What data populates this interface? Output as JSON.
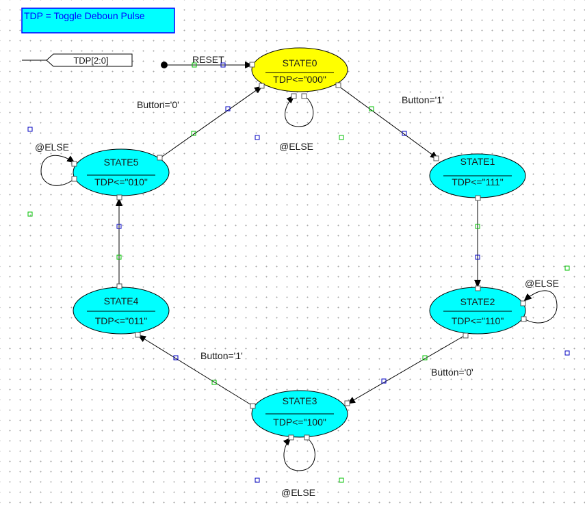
{
  "note": {
    "text": "TDP = Toggle Deboun Pulse",
    "fill": "#00ffff",
    "border": "#0000ff",
    "text_color": "#0000ff"
  },
  "output_port": {
    "label": "TDP[2:0]"
  },
  "colors": {
    "initial_state": "#ffff00",
    "state": "#00ffff",
    "line": "#000000",
    "marker_green": "#00c000",
    "marker_blue": "#0000c0"
  },
  "states": [
    {
      "name": "STATE0",
      "action": "TDP<=\"000\"",
      "initial": true
    },
    {
      "name": "STATE1",
      "action": "TDP<=\"111\"",
      "initial": false
    },
    {
      "name": "STATE2",
      "action": "TDP<=\"110\"",
      "initial": false
    },
    {
      "name": "STATE3",
      "action": "TDP<=\"100\"",
      "initial": false
    },
    {
      "name": "STATE4",
      "action": "TDP<=\"011\"",
      "initial": false
    },
    {
      "name": "STATE5",
      "action": "TDP<=\"010\"",
      "initial": false
    }
  ],
  "transitions": [
    {
      "from": "RESET",
      "to": "STATE0",
      "label": "RESET"
    },
    {
      "from": "STATE0",
      "to": "STATE1",
      "label": "Button='1'"
    },
    {
      "from": "STATE1",
      "to": "STATE2",
      "label": ""
    },
    {
      "from": "STATE2",
      "to": "STATE3",
      "label": "Button='0'"
    },
    {
      "from": "STATE3",
      "to": "STATE4",
      "label": "Button='1'"
    },
    {
      "from": "STATE4",
      "to": "STATE5",
      "label": ""
    },
    {
      "from": "STATE5",
      "to": "STATE0",
      "label": "Button='0'"
    }
  ],
  "self_loops": [
    {
      "state": "STATE0",
      "label": "@ELSE"
    },
    {
      "state": "STATE2",
      "label": "@ELSE"
    },
    {
      "state": "STATE3",
      "label": "@ELSE"
    },
    {
      "state": "STATE5",
      "label": "@ELSE"
    }
  ]
}
